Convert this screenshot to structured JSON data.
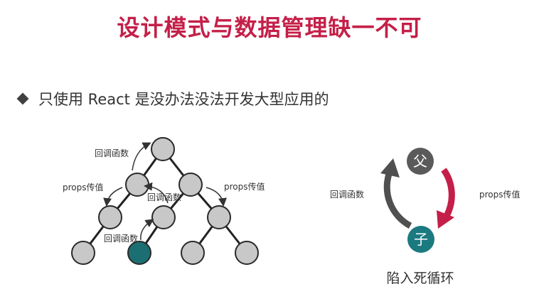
{
  "title": "设计模式与数据管理缺一不可",
  "bullet": "只使用 React 是没办法没法开发大型应用的",
  "tree": {
    "callback_label_top": "回调函数",
    "props_label_left": "props传值",
    "callback_label_mid": "回调函数",
    "props_label_right": "props传值",
    "callback_label_bottom": "回调函数"
  },
  "cycle": {
    "parent": "父",
    "child": "子",
    "callback_label": "回调函数",
    "props_label": "props传值",
    "caption": "陷入死循环",
    "parent_color": "#5a5a5a",
    "child_color": "#1b7a80",
    "callback_arrow_color": "#505050",
    "props_arrow_color": "#c41f48"
  },
  "colors": {
    "title": "#c41f48",
    "node_fill": "#c8c8c8",
    "highlight_node_fill": "#1b6f72"
  }
}
